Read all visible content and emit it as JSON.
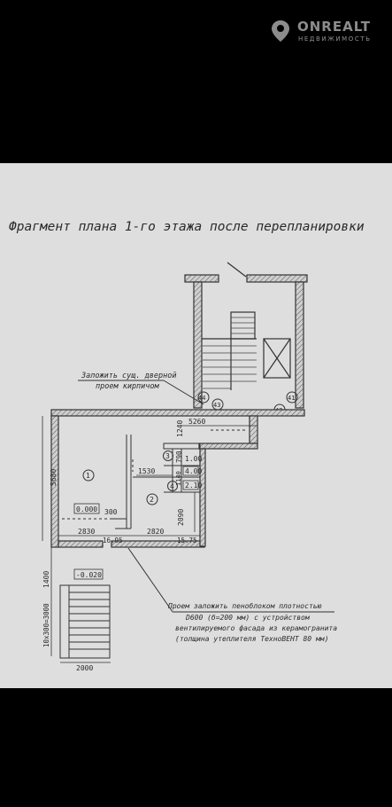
{
  "watermark": {
    "brand": "ONREALT",
    "subtitle": "НЕДВИЖИМОСТЬ",
    "icon": "location-pin-icon"
  },
  "plan": {
    "title": "Фрагмент плана 1-го этажа после перепланировки",
    "notes": {
      "brick_door": [
        "Заложить сущ. дверной",
        "проем кирпичом"
      ],
      "foam_block": [
        "Проем заложить пеноблоком плотностью",
        "D600 (б=200 мм) с устройством",
        "вентилируемого фасада из керамогранита",
        "(толщина утеплителя ТехноВЕНТ 80 мм)"
      ]
    },
    "axes": {
      "a44": "44",
      "a43": "43",
      "a41": "41",
      "a42": "42"
    },
    "rooms": {
      "r1": "1",
      "r2": "2",
      "r3": "3",
      "r4": "4"
    },
    "levels": {
      "floor": "0.000",
      "entrance": "-0.020"
    },
    "dims": {
      "d5260": "5260",
      "d1240": "1240",
      "d790": "790",
      "d1530": "1530",
      "d1140": "1140",
      "d5680": "5680",
      "d300": "300",
      "d2830": "2830",
      "d2820": "2820",
      "d2090": "2090",
      "d1695": "16.95",
      "d1575": "15.75",
      "d1400": "1400",
      "d3000": "10х300=3000",
      "d2000": "2000"
    },
    "areas": {
      "a100": "1.00",
      "a400": "4.00",
      "a210": "2.10"
    }
  }
}
